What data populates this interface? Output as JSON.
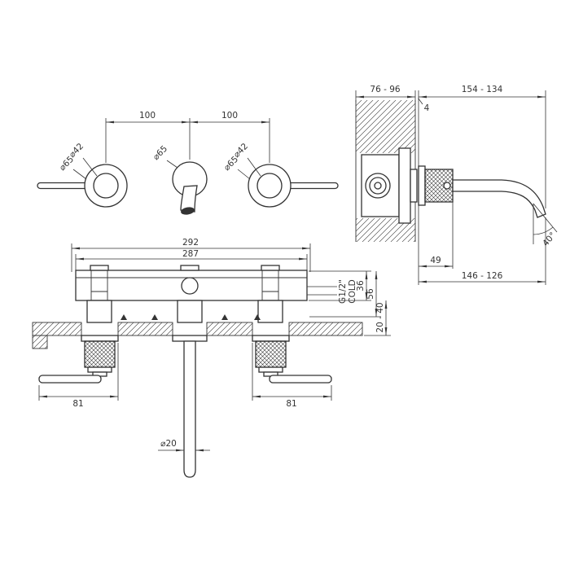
{
  "colors": {
    "ink": "#333333",
    "background": "#ffffff"
  },
  "drawing": {
    "front": {
      "spacing_left": "100",
      "spacing_right": "100",
      "left_d1": "⌀42",
      "left_d2": "⌀65",
      "center_d": "⌀65",
      "right_d1": "⌀42",
      "right_d2": "⌀65"
    },
    "side": {
      "wall_range": "76 - 96",
      "flange_gap": "4",
      "reach_top": "154 - 134",
      "handle_len": "49",
      "reach_bottom": "146 - 126",
      "angle": "40°"
    },
    "plan": {
      "width_total": "292",
      "width_body": "287",
      "thread": "G1/2\"",
      "cold": "COLD",
      "depth_a": "36",
      "depth_b": "56",
      "adjust": "20 - 40",
      "lever_left": "81",
      "lever_right": "81",
      "spout_d": "⌀20"
    }
  }
}
